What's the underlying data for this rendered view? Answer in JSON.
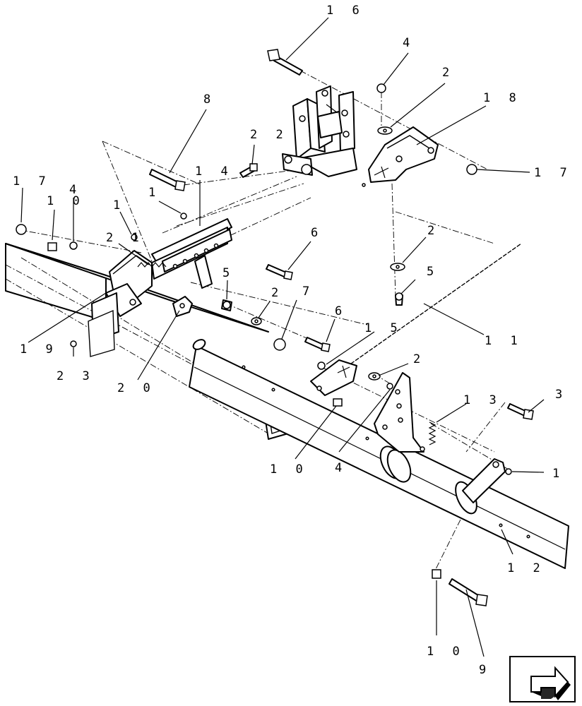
{
  "callouts": [
    {
      "id": "c16",
      "text": "1 6"
    },
    {
      "id": "c4a",
      "text": "4"
    },
    {
      "id": "c2a",
      "text": "2"
    },
    {
      "id": "c18",
      "text": "1 8"
    },
    {
      "id": "c8",
      "text": "8"
    },
    {
      "id": "c22",
      "text": "2 2"
    },
    {
      "id": "c14",
      "text": "1 4"
    },
    {
      "id": "c17a",
      "text": "1 7"
    },
    {
      "id": "c17b",
      "text": "1 7"
    },
    {
      "id": "c10a",
      "text": "1 0"
    },
    {
      "id": "c4b",
      "text": "4"
    },
    {
      "id": "c1a",
      "text": "1"
    },
    {
      "id": "c1b",
      "text": "1"
    },
    {
      "id": "c21",
      "text": "2 1"
    },
    {
      "id": "c6a",
      "text": "6"
    },
    {
      "id": "c2b",
      "text": "2"
    },
    {
      "id": "c5a",
      "text": "5"
    },
    {
      "id": "c5b",
      "text": "5"
    },
    {
      "id": "c2c",
      "text": "2"
    },
    {
      "id": "c7",
      "text": "7"
    },
    {
      "id": "c6b",
      "text": "6"
    },
    {
      "id": "c15",
      "text": "1 5"
    },
    {
      "id": "c11",
      "text": "1 1"
    },
    {
      "id": "c19",
      "text": "1 9"
    },
    {
      "id": "c23",
      "text": "2 3"
    },
    {
      "id": "c20",
      "text": "2 0"
    },
    {
      "id": "c2d",
      "text": "2"
    },
    {
      "id": "c13",
      "text": "1 3"
    },
    {
      "id": "c3",
      "text": "3"
    },
    {
      "id": "c10b",
      "text": "1 0"
    },
    {
      "id": "c4c",
      "text": "4"
    },
    {
      "id": "c1c",
      "text": "1"
    },
    {
      "id": "c12",
      "text": "1 2"
    },
    {
      "id": "c10c",
      "text": "1 0"
    },
    {
      "id": "c9",
      "text": "9"
    }
  ],
  "nav_icon": "next-page-arrow-icon"
}
